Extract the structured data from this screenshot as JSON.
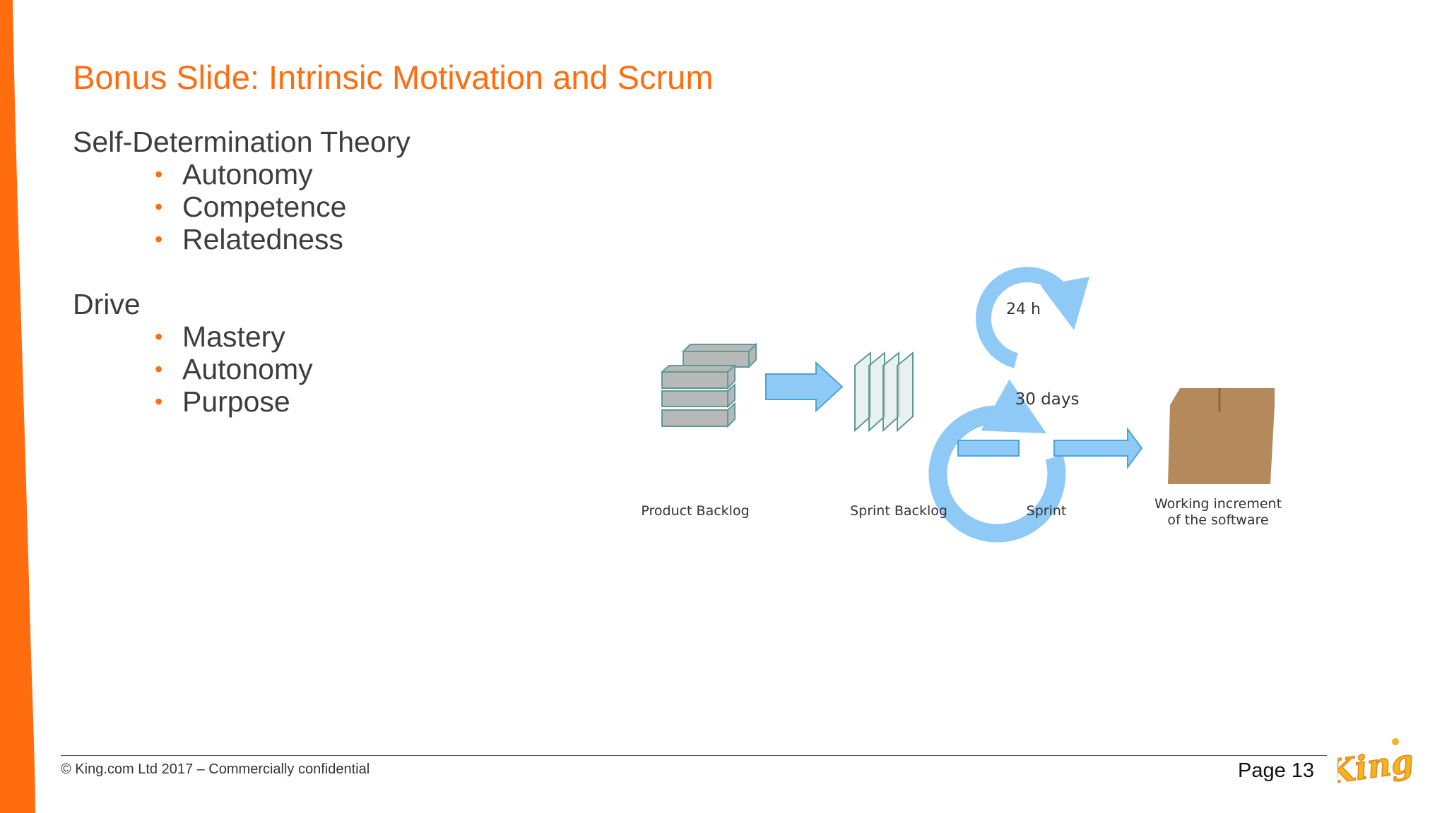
{
  "colors": {
    "accent": "#ff6d0f",
    "body_text": "#3d3d3d",
    "diagram_blue": "#8fcaf7",
    "diagram_blue_stroke": "#4aa3db",
    "stack_gray": "#b6b9b8",
    "stack_stroke": "#5f9a96",
    "box_brown": "#b48a5c"
  },
  "slide": {
    "title": "Bonus Slide: Intrinsic Motivation and Scrum"
  },
  "sections": [
    {
      "heading": "Self-Determination Theory",
      "bullets": [
        "Autonomy",
        "Competence",
        "Relatedness"
      ]
    },
    {
      "heading": "Drive",
      "bullets": [
        "Mastery",
        "Autonomy",
        "Purpose"
      ]
    }
  ],
  "bullet_glyph": "•",
  "diagram": {
    "daily_label": "24 h",
    "sprint_length_label": "30 days",
    "stages": [
      "Product Backlog",
      "Sprint Backlog",
      "Sprint"
    ],
    "output_lines": [
      "Working increment",
      "of the software"
    ],
    "icons": [
      "stacked-blocks-icon",
      "arrow-right-icon",
      "document-sheets-icon",
      "cycle-arrow-icon",
      "box-icon"
    ]
  },
  "footer": {
    "copyright": "© King.com Ltd 2017 – Commercially confidential",
    "page": "Page 13",
    "logo_text": "King"
  }
}
